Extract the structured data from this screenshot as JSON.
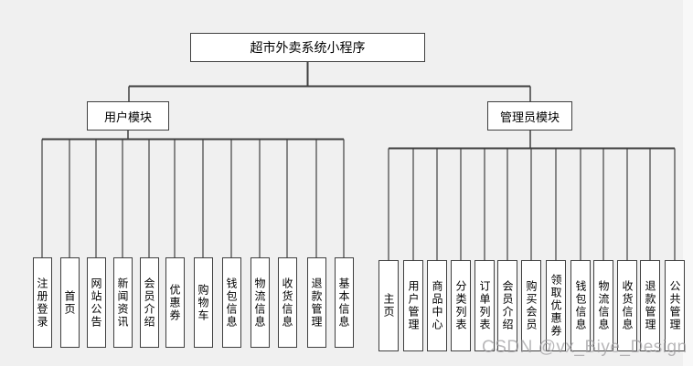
{
  "root": {
    "label": "超市外卖系统小程序"
  },
  "modules": [
    {
      "label": "用户模块",
      "children": [
        "注册登录",
        "首页",
        "网站公告",
        "新闻资讯",
        "会员介绍",
        "优惠券",
        "购物车",
        "钱包信息",
        "物流信息",
        "收货信息",
        "退款管理",
        "基本信息"
      ]
    },
    {
      "label": "管理员模块",
      "children": [
        "主页",
        "用户管理",
        "商品中心",
        "分类列表",
        "订单列表",
        "会员介绍",
        "购买会员",
        "领取优惠券",
        "钱包信息",
        "物流信息",
        "收货信息",
        "退款管理",
        "公共管理"
      ]
    }
  ],
  "watermark": "CSDN @vx_Biye_Design",
  "colors": {
    "background": "#f0f0f0",
    "node_fill": "#ffffff",
    "node_border": "#3f3f3f",
    "connector": "#3f3f3f",
    "text": "#000000",
    "watermark": "#9e9ca0"
  }
}
